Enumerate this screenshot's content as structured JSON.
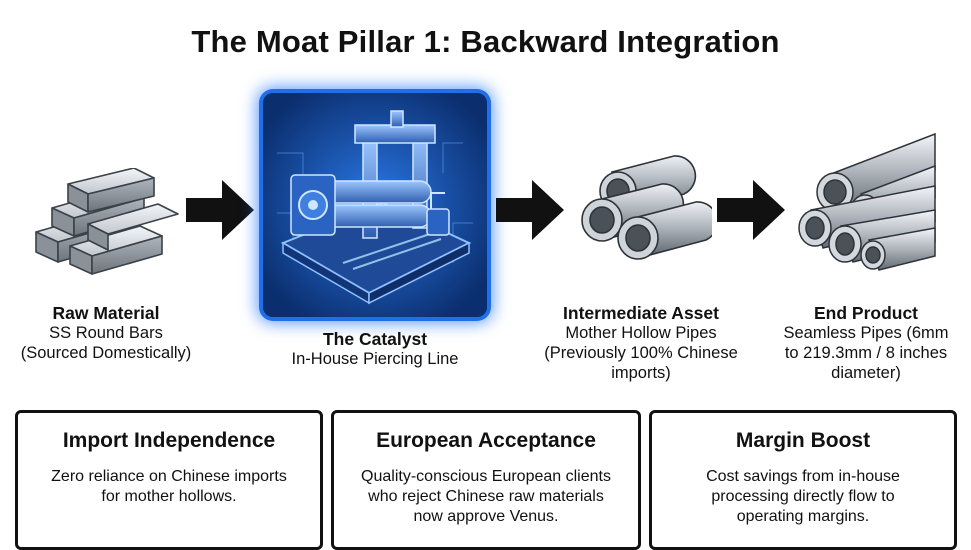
{
  "title": "The Moat Pillar 1: Backward Integration",
  "stages": [
    {
      "heading": "Raw Material",
      "lines": [
        "SS Round Bars",
        "(Sourced Domestically)"
      ],
      "icon": "steel-bars-icon"
    },
    {
      "heading": "The Catalyst",
      "lines": [
        "In-House Piercing Line"
      ],
      "icon": "piercing-machine-icon"
    },
    {
      "heading": "Intermediate Asset",
      "lines": [
        "Mother Hollow Pipes",
        "(Previously 100% Chinese",
        "imports)"
      ],
      "icon": "hollow-pipes-icon"
    },
    {
      "heading": "End Product",
      "lines": [
        "Seamless Pipes (6mm",
        "to 219.3mm / 8 inches",
        "diameter)"
      ],
      "icon": "seamless-pipes-icon"
    }
  ],
  "cards": [
    {
      "title": "Import Independence",
      "lines": [
        "Zero reliance on Chinese imports",
        "for mother hollows."
      ]
    },
    {
      "title": "European Acceptance",
      "lines": [
        "Quality-conscious European clients",
        "who reject Chinese raw materials",
        "now approve Venus."
      ]
    },
    {
      "title": "Margin Boost",
      "lines": [
        "Cost savings from in-house",
        "processing directly flow to",
        "operating margins."
      ]
    }
  ],
  "colors": {
    "accent_blue": "#1f6fe8",
    "dark": "#111111",
    "steel": "#b8bec6"
  }
}
